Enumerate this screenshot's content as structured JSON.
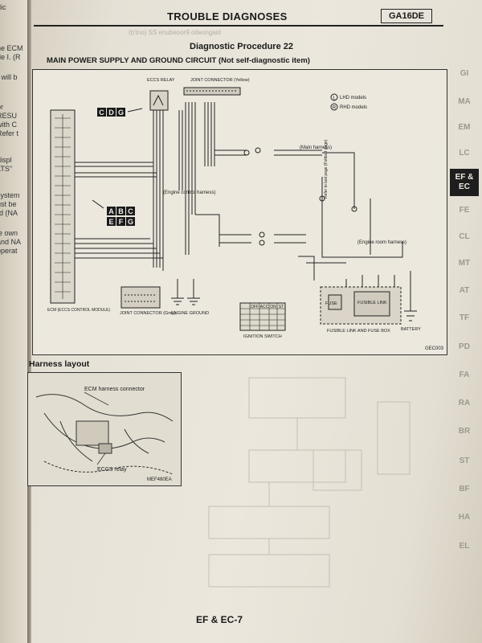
{
  "header": {
    "title": "TROUBLE DIAGNOSES",
    "model": "GA16DE"
  },
  "procedure_title": "Diagnostic Procedure 22",
  "circuit_title": "MAIN POWER SUPPLY AND GROUND CIRCUIT (Not self-diagnostic item)",
  "diagram": {
    "labels": {
      "eccs_relay": "ECCS RELAY",
      "joint_connector_yellow": "JOINT CONNECTOR (Yellow)",
      "lhd": "LHD models",
      "rhd": "RHD models",
      "lhd_code": "L",
      "rhd_code": "R",
      "main_harness": "(Main harness)",
      "engine_control_harness": "(Engine control harness)",
      "engine_room_harness": "(Engine room harness)",
      "refer_last_page": "Refer to last page (Foldout page)",
      "ecm": "ECM (ECCS CONTROL MODULE)",
      "joint_connector_grey": "JOINT CONNECTOR (Grey)",
      "engine_ground": "ENGINE GROUND",
      "ignition_switch": "IGNITION SWITCH",
      "fuse": "FUSE",
      "fusible_link": "FUSIBLE LINK",
      "fusible_link_box": "FUSIBLE LINK AND FUSE BOX",
      "battery": "BATTERY",
      "code": "GEC003"
    },
    "letters_top": [
      "C",
      "D",
      "G"
    ],
    "letters_grid": [
      [
        "A",
        "B",
        "C"
      ],
      [
        "E",
        "F",
        "G"
      ]
    ],
    "switch_headers": [
      "OFF",
      "ACC",
      "ON",
      "ST"
    ]
  },
  "harness": {
    "title": "Harness layout",
    "ecm_connector": "ECM harness connector",
    "eccs_relay": "ECCS relay",
    "code": "MEF480EA"
  },
  "side_nav": [
    "GI",
    "MA",
    "EM",
    "LC",
    "EF & EC",
    "FE",
    "CL",
    "MT",
    "AT",
    "TF",
    "PD",
    "FA",
    "RA",
    "BR",
    "ST",
    "BF",
    "HA",
    "EL"
  ],
  "active_tab": "EF & EC",
  "footer": {
    "page": "EF & EC-7"
  }
}
